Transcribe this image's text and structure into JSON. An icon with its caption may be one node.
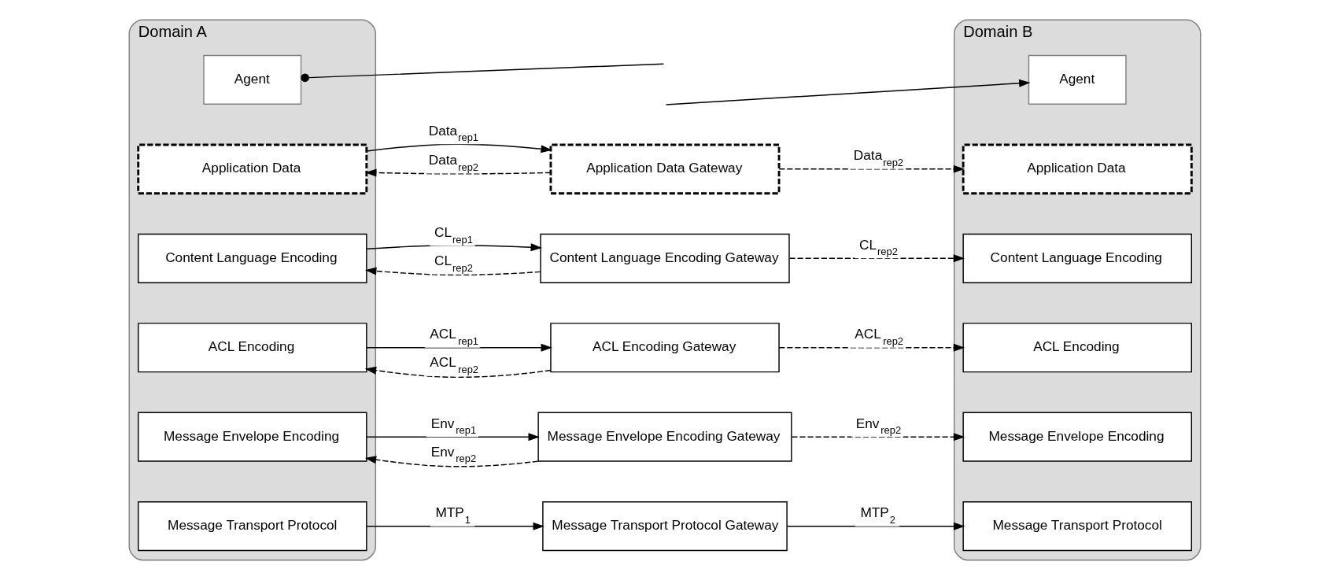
{
  "diagram": {
    "nodes": [
      {
        "text": [
          "Domain A"
        ]
      },
      {
        "text": [
          "Agent"
        ],
        "in": 0
      },
      {
        "text": [
          "Application Data"
        ],
        "in": 0
      },
      {
        "text": [
          "Content Language Encoding"
        ],
        "in": 0
      },
      {
        "text": [
          "ACL Encoding"
        ],
        "in": 0
      },
      {
        "text": [
          "Message Envelope Encoding"
        ],
        "in": 0
      },
      {
        "text": [
          "Message Transport Protocol"
        ],
        "in": 0
      },
      {
        "text": [
          "Application Data Gateway"
        ]
      },
      {
        "text": [
          "Content Language Encoding Gateway"
        ]
      },
      {
        "text": [
          "ACL Encoding Gateway"
        ]
      },
      {
        "text": [
          "Message Envelope Encoding Gateway"
        ]
      },
      {
        "text": [
          "Message Transport Protocol Gateway"
        ]
      },
      {
        "text": [
          "Domain B"
        ]
      },
      {
        "text": [
          "Agent"
        ],
        "in": 12
      },
      {
        "text": [
          "Application Data"
        ],
        "in": 12
      },
      {
        "text": [
          "Content Language Encoding"
        ],
        "in": 12
      },
      {
        "text": [
          "ACL Encoding"
        ],
        "in": 12
      },
      {
        "text": [
          "Message Envelope Encoding"
        ],
        "in": 12
      },
      {
        "text": [
          "Message Transport Protocol"
        ],
        "in": 12
      }
    ],
    "edges": [
      {
        "from": 2,
        "to": 7,
        "arrow": "to",
        "label": "Data$_{rep1}$"
      },
      {
        "from": 7,
        "to": 2,
        "arrow": "to",
        "label": "Data$_{rep2}$",
        "style": "dashed"
      },
      {
        "from": 7,
        "to": 14,
        "arrow": "to",
        "label": "Data$_{rep2}$",
        "style": "dashed"
      },
      {
        "from": 3,
        "to": 8,
        "arrow": "to",
        "label": "CL$_{rep1}$"
      },
      {
        "from": 8,
        "to": 3,
        "arrow": "to",
        "label": "CL$_{rep2}$",
        "style": "dashed"
      },
      {
        "from": 8,
        "to": 15,
        "arrow": "to",
        "label": "CL$_{rep2}$",
        "style": "dashed"
      },
      {
        "from": 4,
        "to": 9,
        "arrow": "to",
        "label": "ACL$_{rep1}$"
      },
      {
        "from": 9,
        "to": 4,
        "arrow": "to",
        "label": "ACL$_{rep2}$",
        "style": "dashed"
      },
      {
        "from": 9,
        "to": 16,
        "arrow": "to",
        "label": "ACL$_{rep2}$",
        "style": "dashed"
      },
      {
        "from": 5,
        "to": 10,
        "arrow": "to",
        "label": "Env$_{rep1}$"
      },
      {
        "from": 10,
        "to": 5,
        "arrow": "to",
        "label": "Env$_{rep2}$",
        "style": "dashed"
      },
      {
        "from": 10,
        "to": 17,
        "arrow": "to",
        "label": "Env$_{rep2}$",
        "style": "dashed"
      },
      {
        "from": 6,
        "to": 11,
        "arrow": "to",
        "label": "MTP$_{1}$"
      },
      {
        "from": 11,
        "to": 18,
        "arrow": "to",
        "label": "MTP$_{2}$"
      },
      {
        "from": 1,
        "to": null,
        "arrow": "other"
      },
      {
        "from": null,
        "to": 13,
        "arrow": "to"
      }
    ]
  }
}
